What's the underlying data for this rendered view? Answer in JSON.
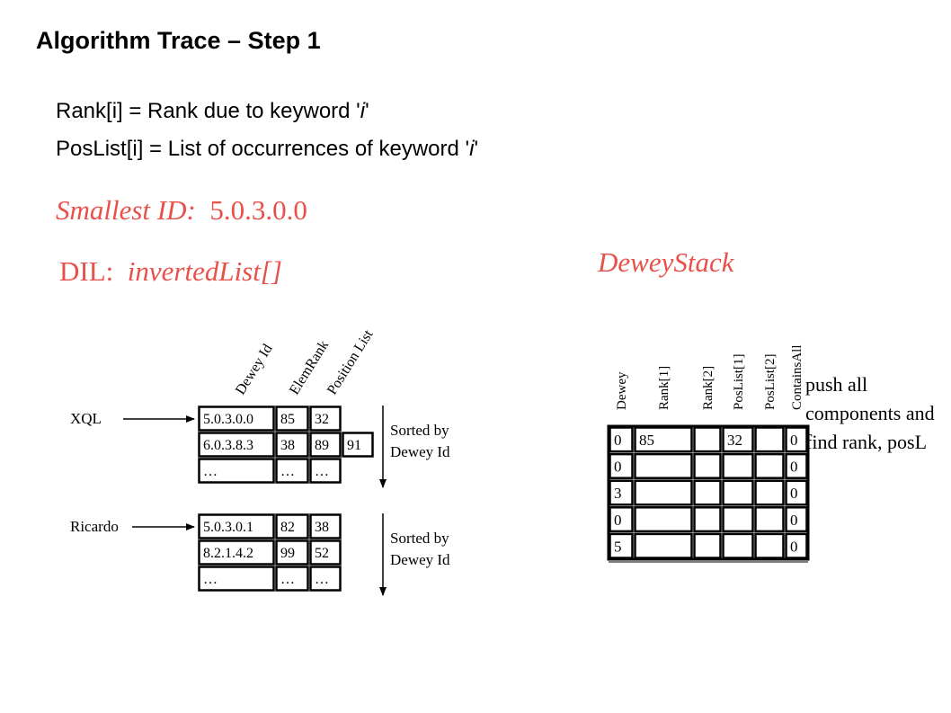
{
  "title": "Algorithm Trace – Step 1",
  "definitions": {
    "rank": {
      "prefix": "Rank[i] = Rank due to keyword '",
      "var": "i",
      "suffix": "'"
    },
    "poslist": {
      "prefix": "PosList[i] = List of occurrences of keyword '",
      "var": "i",
      "suffix": "'"
    }
  },
  "smallest_id": {
    "label": "Smallest ID:",
    "value": "5.0.3.0.0"
  },
  "dil": {
    "label": "DIL:",
    "value": "invertedList[]"
  },
  "dewey_stack_title": "DeweyStack",
  "note": "push all components and find rank, posL",
  "inverted_list": {
    "headers": [
      "Dewey Id",
      "ElemRank",
      "Position List"
    ],
    "sort_note": [
      "Sorted by",
      "Dewey Id"
    ],
    "lists": [
      {
        "keyword": "XQL",
        "rows": [
          [
            "5.0.3.0.0",
            "85",
            "32",
            ""
          ],
          [
            "6.0.3.8.3",
            "38",
            "89",
            "91"
          ],
          [
            "…",
            "…",
            "…",
            ""
          ]
        ]
      },
      {
        "keyword": "Ricardo",
        "rows": [
          [
            "5.0.3.0.1",
            "82",
            "38",
            ""
          ],
          [
            "8.2.1.4.2",
            "99",
            "52",
            ""
          ],
          [
            "…",
            "…",
            "…",
            ""
          ]
        ]
      }
    ]
  },
  "dewey_stack": {
    "headers": [
      "Dewey",
      "Rank[1]",
      "Rank[2]",
      "PosList[1]",
      "PosList[2]",
      "ContainsAll"
    ],
    "rows": [
      [
        "0",
        "85",
        "",
        "32",
        "",
        "0"
      ],
      [
        "0",
        "",
        "",
        "",
        "",
        "0"
      ],
      [
        "3",
        "",
        "",
        "",
        "",
        "0"
      ],
      [
        "0",
        "",
        "",
        "",
        "",
        "0"
      ],
      [
        "5",
        "",
        "",
        "",
        "",
        "0"
      ]
    ]
  }
}
